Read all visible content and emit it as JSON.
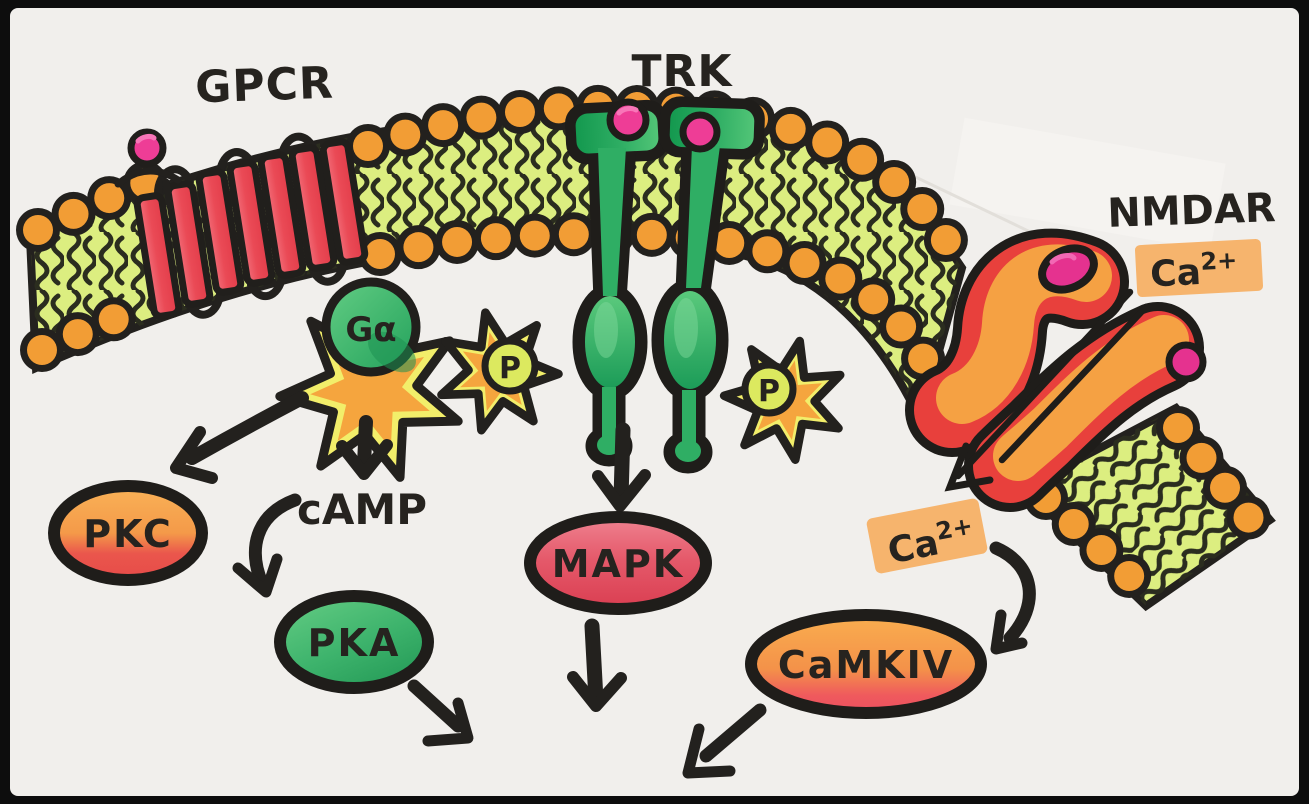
{
  "diagram_title": "Hand-drawn neuronal signaling pathway (membrane receptors to kinases)",
  "labels": {
    "gpcr": "GPCR",
    "trk": "TRK",
    "nmdar": "NMDAR",
    "ca_top": {
      "base": "Ca",
      "sup": "2+"
    },
    "ca_cyto": {
      "base": "Ca",
      "sup": "2+"
    },
    "g_alpha": "Gα",
    "phosphate1": "P",
    "phosphate2": "P",
    "camp": "cAMP",
    "pkc": "PKC",
    "pka": "PKA",
    "mapk": "MAPK",
    "camkiv": "CaMKIV"
  },
  "arrows": [
    {
      "from": "GPCR / G-alpha",
      "to": "PKC"
    },
    {
      "from": "GPCR / G-alpha",
      "to": "cAMP"
    },
    {
      "from": "cAMP",
      "to": "PKA"
    },
    {
      "from": "TRK",
      "to": "MAPK"
    },
    {
      "from": "NMDAR channel",
      "to": "Ca2+ (cytoplasm)"
    },
    {
      "from": "Ca2+ (cytoplasm)",
      "to": "CaMKIV"
    },
    {
      "from": "PKA",
      "to": "converging bottom-center"
    },
    {
      "from": "MAPK",
      "to": "converging bottom-center"
    },
    {
      "from": "CaMKIV",
      "to": "converging bottom-center"
    }
  ],
  "colors": {
    "background": "#f1efec",
    "ink": "#23211e",
    "membrane_green": "#dcee80",
    "lipid_head_orange": "#f29d35",
    "helix_red": "#e8444f",
    "trk_green": "#2fae64",
    "g_alpha_green": "#3fb56d",
    "star_yellow": "#f2ee6a",
    "star_orange": "#f5a53e",
    "ligand_pink": "#ee3d96",
    "nmdar_orange": "#f5a143",
    "nmdar_red": "#e8403c",
    "highlight_orange": "#f6ad5f",
    "pkc_fill_top": "#f9b257",
    "pkc_fill_bottom": "#e74b49",
    "pka_fill": "#3db36c",
    "mapk_fill": "#e55a6b",
    "camkiv_fill_top": "#f9ae4f",
    "camkiv_fill_bottom": "#ed4f5f"
  }
}
